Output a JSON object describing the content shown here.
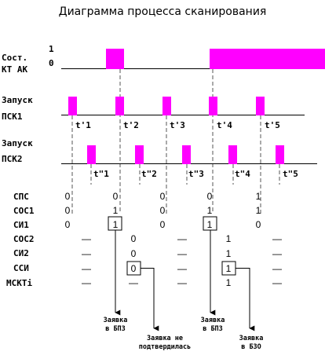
{
  "title": "Диаграмма процесса сканирования",
  "rows": {
    "state_label_1": "Сост.",
    "state_label_2": "КТ АК",
    "level_one": "1",
    "level_zero": "0",
    "psk1_label_1": "Запуск",
    "psk1_label_2": "ПСК1",
    "psk2_label_1": "Запуск",
    "psk2_label_2": "ПСК2"
  },
  "ticks_psk1": [
    "t'1",
    "t'2",
    "t'3",
    "t'4",
    "t'5"
  ],
  "ticks_psk2": [
    "t\"1",
    "t\"2",
    "t\"3",
    "t\"4",
    "t\"5"
  ],
  "table": {
    "sps": {
      "label": "СПС",
      "values": [
        "0",
        "0",
        "0",
        "0",
        "1"
      ]
    },
    "sos1": {
      "label": "СОС1",
      "values": [
        "0",
        "1",
        "0",
        "1",
        "1"
      ]
    },
    "si1": {
      "label": "СИ1",
      "values": [
        "0",
        "1",
        "0",
        "1",
        "0"
      ]
    },
    "sos2": {
      "label": "СОС2",
      "values": [
        "—",
        "0",
        "—",
        "1",
        "—"
      ]
    },
    "si2": {
      "label": "СИ2",
      "values": [
        "—",
        "0",
        "—",
        "1",
        "—"
      ]
    },
    "ssi": {
      "label": "ССИ",
      "values": [
        "—",
        "0",
        "—",
        "1",
        "—"
      ]
    },
    "mskti": {
      "label": "МСКТi",
      "values": [
        "—",
        "—",
        "—",
        "1",
        "—"
      ]
    }
  },
  "annotations": {
    "a1_line1": "Заявка",
    "a1_line2": "в БПЗ",
    "a2_line1": "Заявка не",
    "a2_line2": "подтвердилась",
    "a3_line1": "Заявка",
    "a3_line2": "в БПЗ",
    "a4_line1": "Заявка",
    "a4_line2": "в БЗО"
  },
  "colors": {
    "pulse": "#ff00ff",
    "line": "#000000"
  }
}
